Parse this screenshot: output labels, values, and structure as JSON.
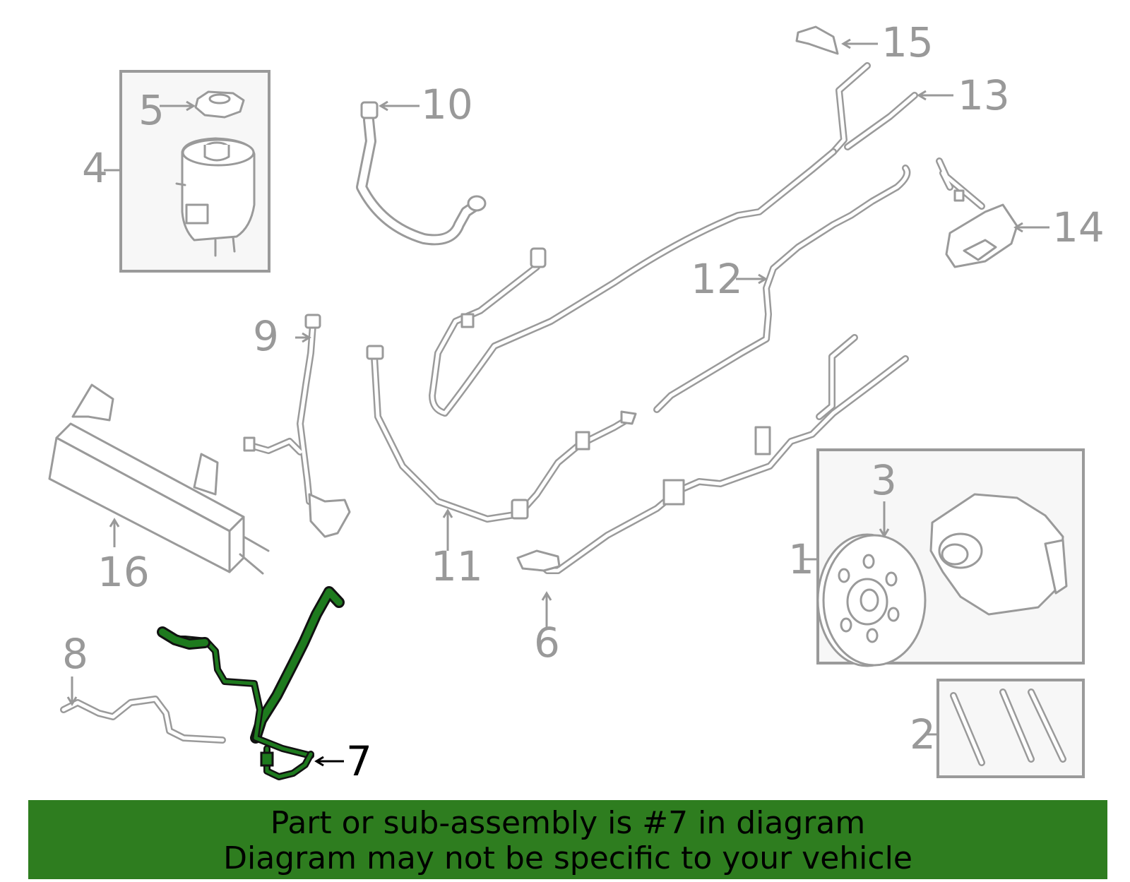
{
  "callouts": {
    "c1": "1",
    "c2": "2",
    "c3": "3",
    "c4": "4",
    "c5": "5",
    "c6": "6",
    "c7": "7",
    "c8": "8",
    "c9": "9",
    "c10": "10",
    "c11": "11",
    "c12": "12",
    "c13": "13",
    "c14": "14",
    "c15": "15",
    "c16": "16"
  },
  "highlighted_part": "7",
  "colors": {
    "highlight": "#1e7a1e",
    "banner": "#2e7d1f",
    "part_stroke": "#9a9a9a",
    "callout": "#999999"
  },
  "banner": {
    "line1": "Part or sub-assembly is #7 in diagram",
    "line2": "Diagram may not be specific to your vehicle"
  }
}
